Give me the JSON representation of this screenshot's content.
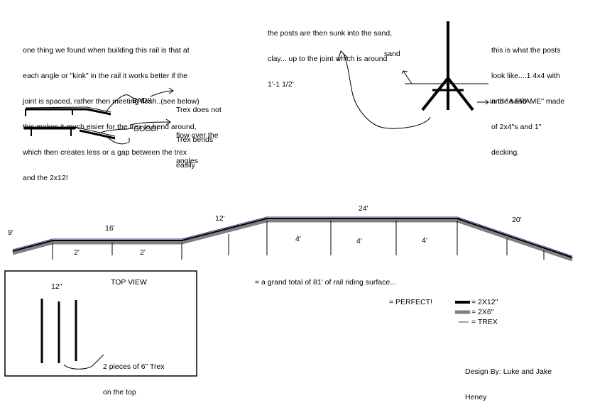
{
  "notes": {
    "intro_lines": [
      "one thing we found when building this rail is that at",
      "each angle or \"kink\" in the rail it works better if the",
      "joint is spaced, rather then meeting flush..(see below)",
      "this makes it much eisier for the trex to bend around,",
      "which then creates less or a gap between the trex",
      "and the 2x12!"
    ],
    "bad_label": "BAD!!",
    "bad_note_lines": [
      "Trex does not",
      "flow over the",
      "angles"
    ],
    "good_label": "GOOD!",
    "good_note_lines": [
      "Trex bends",
      "easily"
    ],
    "posts_lines": [
      "the posts are then sunk into the sand,",
      "clay... up to the joint which is around",
      "1'-1 1/2'"
    ],
    "sand_label": "sand",
    "in_sand_label": "in the sand",
    "frame_lines": [
      "this is what the posts",
      "look like....1 4x4 with",
      "and \"A FRAME\" made",
      "of 2x4\"s and 1\"",
      "decking."
    ]
  },
  "profile": {
    "segment_lengths": [
      "9'",
      "16'",
      "12'",
      "24'",
      "20'"
    ],
    "post_spacings": [
      "2'",
      "2'",
      "4'",
      "4'",
      "4'"
    ]
  },
  "top_view": {
    "title": "TOP VIEW",
    "width_label": "12\"",
    "trex_note_lines": [
      "2 pieces of 6\" Trex",
      "on the top"
    ]
  },
  "summary": {
    "total": "= a grand total of 81' of rail riding surface...",
    "perfect": "= PERFECT!"
  },
  "legend": [
    {
      "label": "= 2X12\"",
      "color": "#000000"
    },
    {
      "label": "= 2X6\"",
      "color": "#808080"
    },
    {
      "label": "= TREX",
      "color": "#3c3c8c"
    }
  ],
  "credit_lines": [
    "Design By: Luke and Jake",
    "Heney"
  ]
}
